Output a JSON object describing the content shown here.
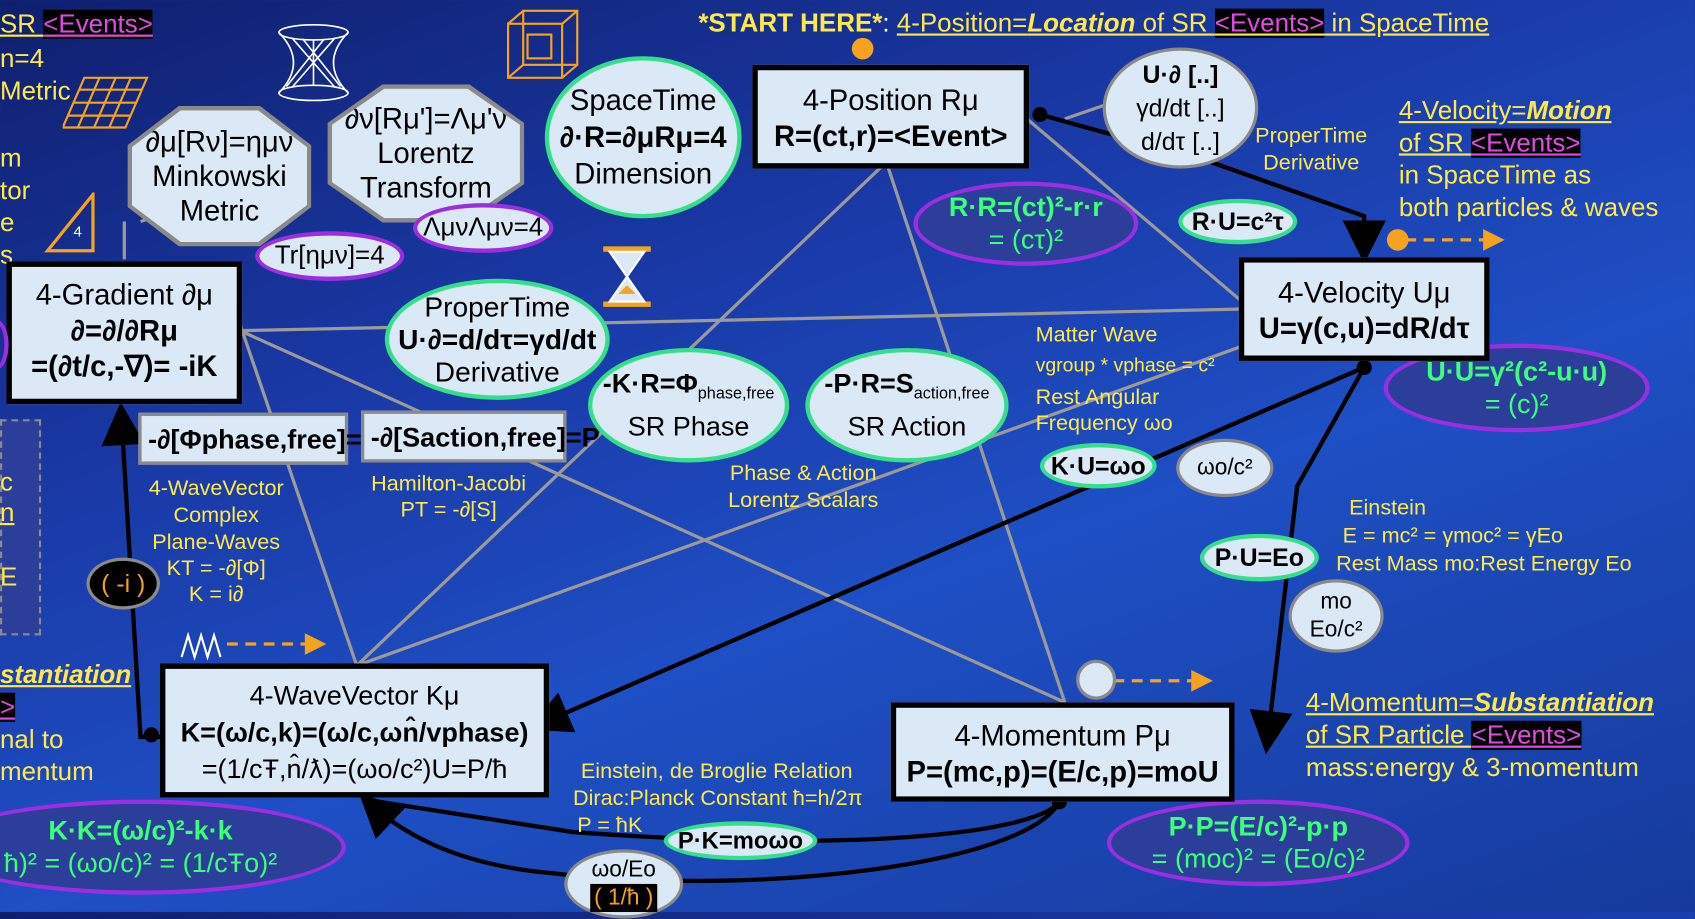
{
  "header": {
    "start_here": "*START HERE*",
    "position_link_a": "4-Position=",
    "position_link_b": "Location",
    "position_link_c": " of SR ",
    "events": "<Events>",
    "spacetime": " in SpaceTime"
  },
  "left_top": {
    "sr": " SR ",
    "events": "<Events>",
    "n4": "n=4",
    "metric": "Metric",
    "frag1": "m",
    "frag2": "tor",
    "frag3": "e",
    "frag4": "s"
  },
  "triangle_num": "4",
  "octagons": {
    "minkowski": {
      "line1": "∂μ[Rν]=ημν",
      "line2": "Minkowski",
      "line3": "Metric"
    },
    "lorentz": {
      "line1": "∂ν[Rμ']=Λμ'ν",
      "line2": "Lorentz",
      "line3": "Transform"
    }
  },
  "ellipses": {
    "spacetime_dim": {
      "line1": "SpaceTime",
      "line2": "∂·R=∂μRμ=4",
      "line3": "Dimension"
    },
    "propertime": {
      "line1": "ProperTime",
      "line2": "U·∂=d/dτ=γd/dt",
      "line3": "Derivative"
    },
    "phase": {
      "line1": "-K·R=Φ",
      "sub": "phase,free",
      "line2": "SR Phase"
    },
    "action": {
      "line1": "-P·R=S",
      "sub": "action,free",
      "line2": "SR Action"
    },
    "tr_eta": "Tr[ημν]=4",
    "lambda": "ΛμνΛμν=4",
    "rr": {
      "line1": "R·R=(ct)²-r·r",
      "line2": "= (cτ)²"
    },
    "ru": "R·U=c²τ",
    "uu": {
      "line1": "U·U=γ²(c²-u·u)",
      "line2": "= (c)²"
    },
    "ku": "K·U=ωo",
    "wc2": "ωo/c²",
    "pu": "P·U=Eo",
    "mo": {
      "line1": "mo",
      "line2": "Eo/c²"
    },
    "pp": {
      "line1": "P·P=(E/c)²-p·p",
      "line2": "= (moc)² = (Eo/c)²"
    },
    "pk": "P·K=moωo",
    "we": {
      "line1": "ωo/Eo",
      "line2": "( 1/ħ )"
    },
    "kk": {
      "line1": "K·K=(ω/c)²-k·k",
      "line2": "ħ)² = (ωo/c)² = (1/cŦo)²"
    },
    "ud": {
      "line1": "U·∂ [..]",
      "line2": "γd/dt [..]",
      "line3": "d/dτ [..]"
    },
    "neg_i": "( -i )"
  },
  "boxes": {
    "position": {
      "title": "4-Position Rμ",
      "eq": "R=(ct,r)=<Event>"
    },
    "velocity": {
      "title": "4-Velocity Uμ",
      "eq": "U=γ(c,u)=dR/dτ"
    },
    "gradient": {
      "title": "4-Gradient ∂μ",
      "eq1": "∂=∂/∂Rμ",
      "eq2": "=(∂t/c,-∇)= -iK"
    },
    "wavevector": {
      "title": "4-WaveVector Kμ",
      "eq1": "K=(ω/c,k)=(ω/c,ωn̂/vphase)",
      "eq2": "=(1/cŦ,n̂/ƛ)=(ωo/c²)U=P/ħ"
    },
    "momentum": {
      "title": "4-Momentum Pμ",
      "eq": "P=(mc,p)=(E/c,p)=moU"
    }
  },
  "rects": {
    "phase_free": "-∂[Φphase,free]=K",
    "action_free": "-∂[Saction,free]=P"
  },
  "labels": {
    "propertime_deriv": "ProperTime\nDerivative",
    "matter_wave": "Matter Wave",
    "vgroup": "vgroup * vphase = c²",
    "rest_angular": "Rest Angular",
    "frequency": "Frequency ωo",
    "phase_action": "Phase & Action",
    "lorentz_scalars": "Lorentz Scalars",
    "hamilton": "Hamilton-Jacobi",
    "pt": "PT = -∂[S]",
    "wavevector_complex": "4-WaveVector",
    "complex": "Complex",
    "plane_waves": "Plane-Waves",
    "kt": "KT = -∂[Φ]",
    "k_i": "K = i∂",
    "einstein": "Einstein",
    "emc": "E = mc² = γmoc² = γEo",
    "rest_mass": "Rest Mass mo:Rest Energy Eo",
    "debroglie": "Einstein, de Broglie Relation",
    "dirac": "Dirac:Planck Constant ħ=h/2π",
    "p_hk": "P = ħK"
  },
  "right_text": {
    "velocity_a": "4-Velocity=",
    "velocity_b": "Motion",
    "velocity_c": "of SR ",
    "events": "<Events>",
    "velocity_d": "in SpaceTime as",
    "velocity_e": "both particles & waves",
    "momentum_a": "4-Momentum=",
    "momentum_b": "Substantiation",
    "momentum_c": "of SR Particle ",
    "momentum_d": "mass:energy & 3-momentum"
  },
  "left_bottom": {
    "stantiation": "stantiation",
    "ev_frag": ">",
    "nal_to": "nal to",
    "mentum": "mentum",
    "frag_c": "c",
    "frag_n": "n",
    "frag_e": "E"
  },
  "colors": {
    "background": "#1a3aa8",
    "box_fill": "#dbe9f7",
    "yellow_text": "#ffe94a",
    "green_border": "#33e08a",
    "purple_border": "#9a2ee0",
    "gray_border": "#8a8a8a",
    "orange": "#f5a21e"
  }
}
